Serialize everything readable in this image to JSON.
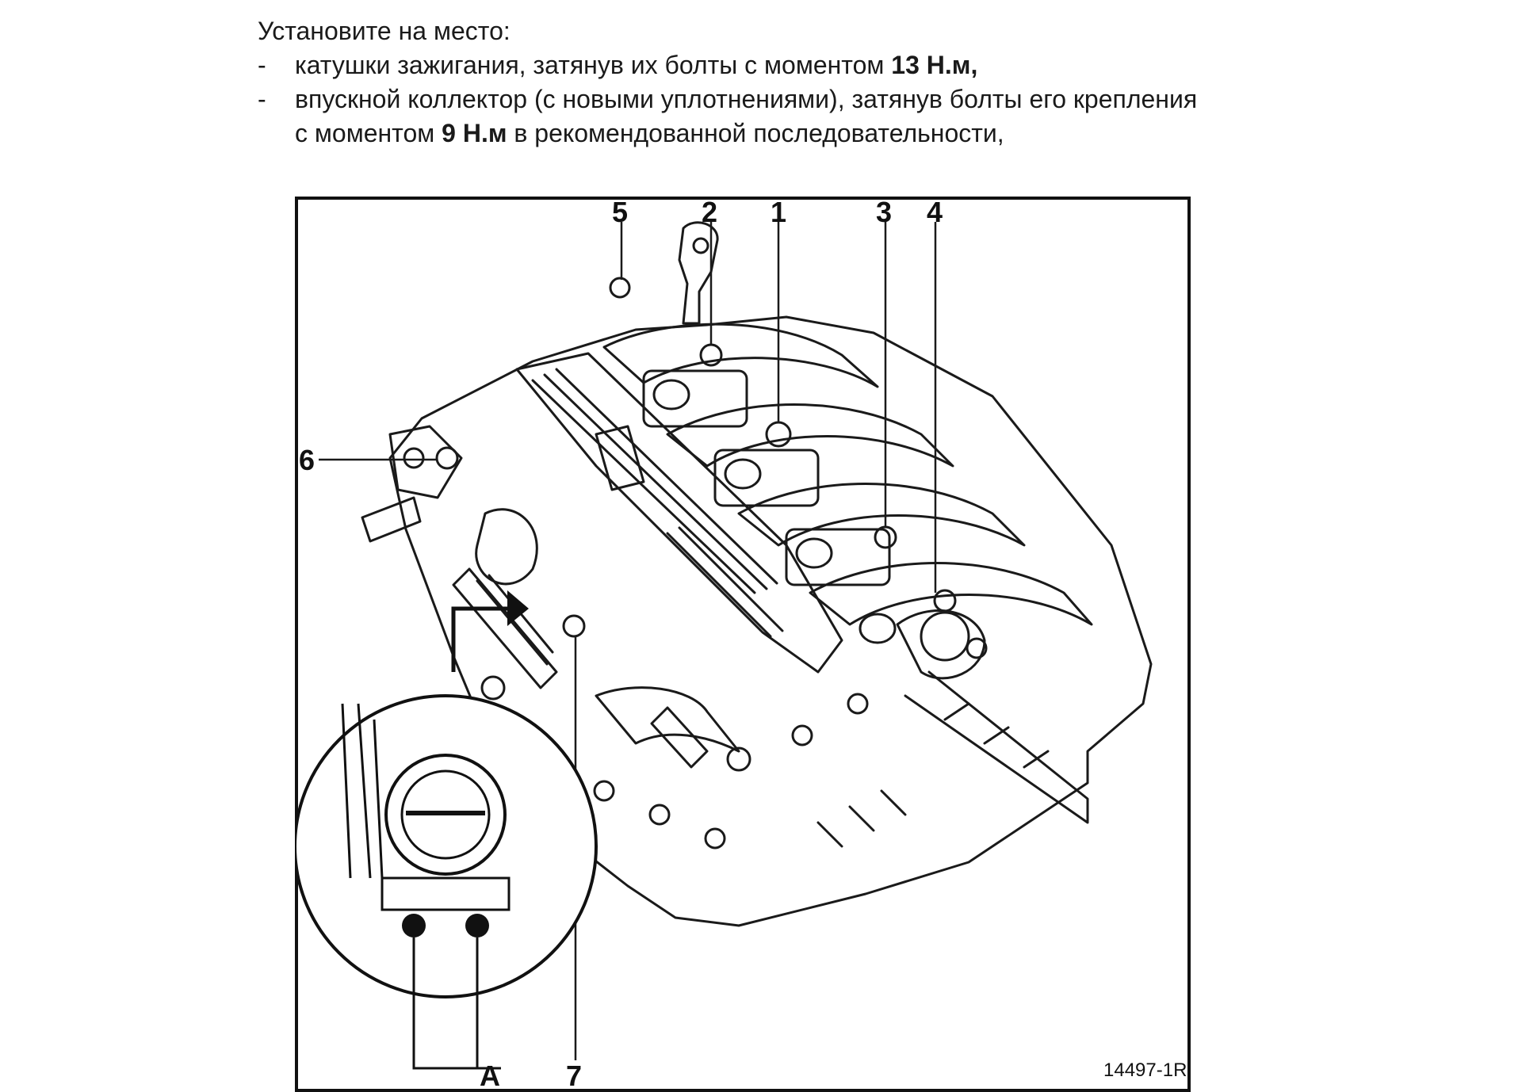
{
  "instructions": {
    "intro": "Установите на место:",
    "items": [
      {
        "dash": "-",
        "text_before": "катушки зажигания, затянув их болты с моментом ",
        "torque": "13 Н.м,",
        "text_after": ""
      },
      {
        "dash": "-",
        "text_before": "впускной коллектор (с новыми уплотнениями), затянув болты его крепления с моментом ",
        "torque": "9 Н.м",
        "text_after": " в рекомендованной последовательности,"
      }
    ]
  },
  "figure": {
    "callouts": [
      "1",
      "2",
      "3",
      "4",
      "5",
      "6",
      "7",
      "A"
    ],
    "reference": "14497-1R"
  }
}
